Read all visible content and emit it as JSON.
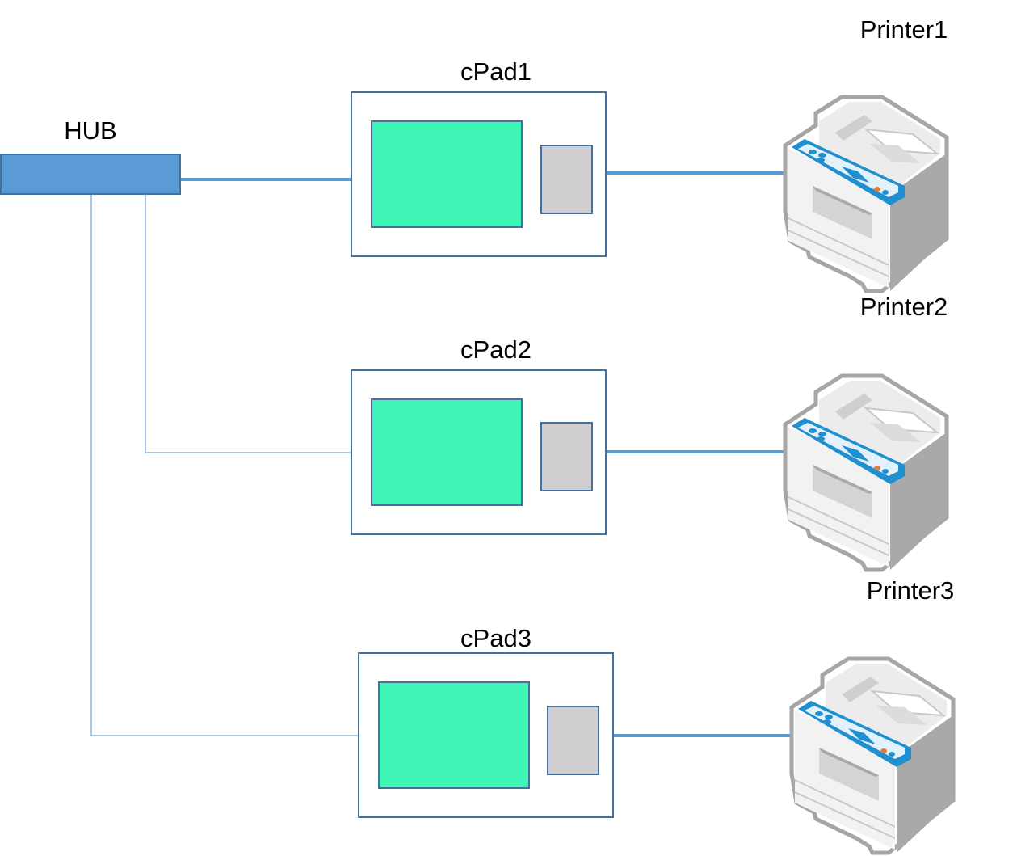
{
  "hub": {
    "label": "HUB",
    "color": "#5b9bd5"
  },
  "cpads": [
    {
      "label": "cPad1",
      "screen_color": "#3ef5b5",
      "button_color": "#d0cece"
    },
    {
      "label": "cPad2",
      "screen_color": "#3ef5b5",
      "button_color": "#d0cece"
    },
    {
      "label": "cPad3",
      "screen_color": "#3ef5b5",
      "button_color": "#d0cece"
    }
  ],
  "printers": [
    {
      "label": "Printer1",
      "icon": "printer-icon"
    },
    {
      "label": "Printer2",
      "icon": "printer-icon"
    },
    {
      "label": "Printer3",
      "icon": "printer-icon"
    }
  ],
  "colors": {
    "connector": "#5b9bd5",
    "thin_connector": "#8eb3d6",
    "cpad_border": "#41719c",
    "printer_panel": "#1f8fd0"
  }
}
